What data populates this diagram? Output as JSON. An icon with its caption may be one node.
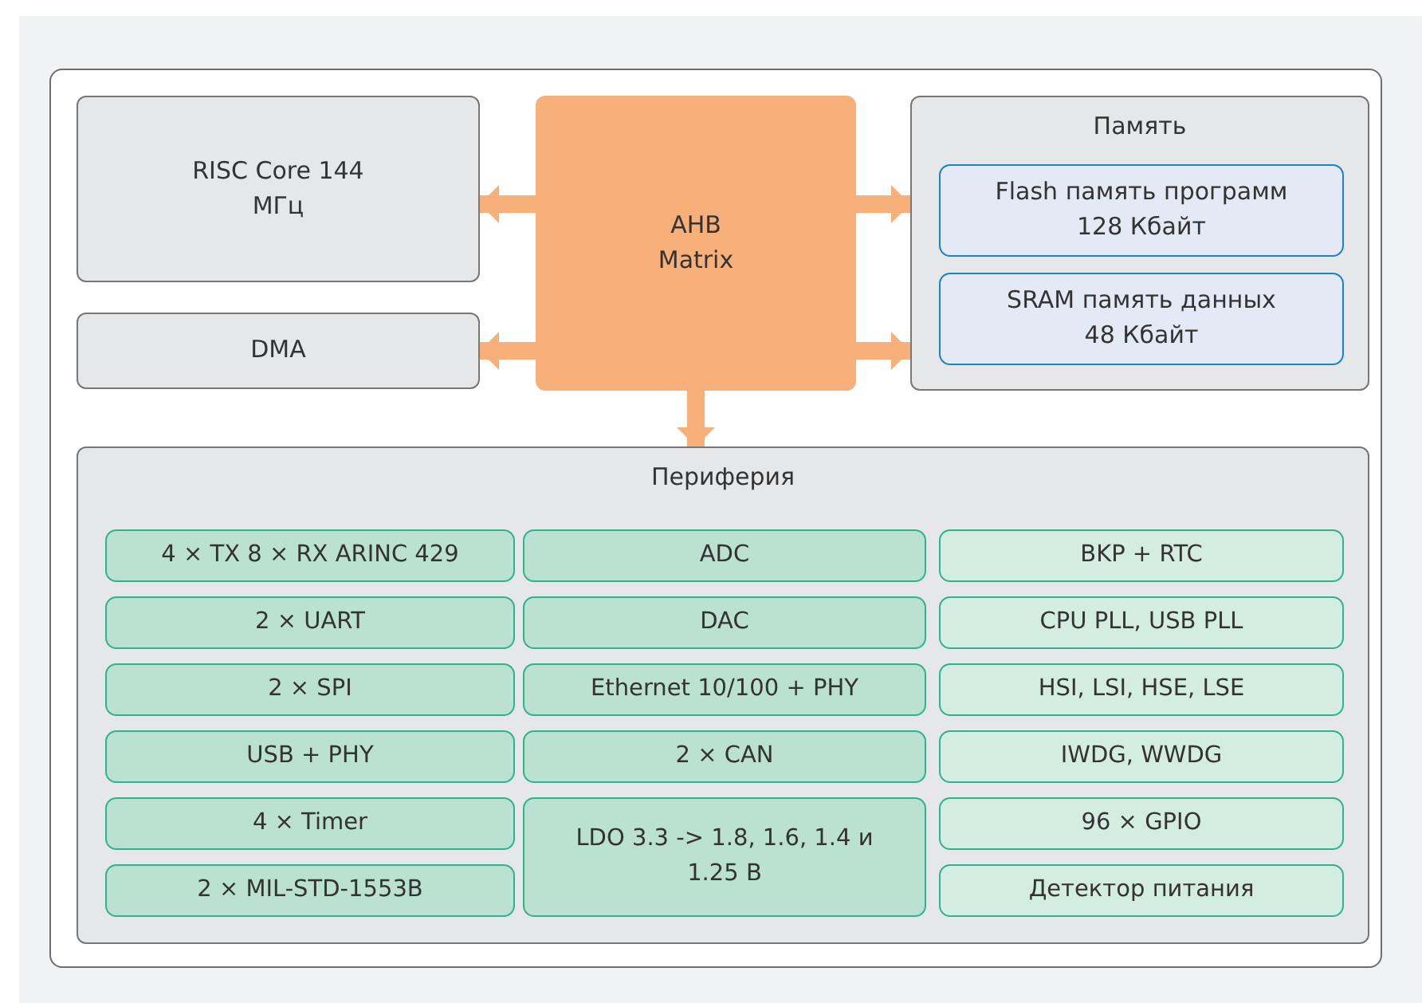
{
  "diagram": {
    "nodes": [
      {
        "text": [
          "RISC Core 144 МГц"
        ]
      },
      {
        "text": [
          "AHB Matrix"
        ]
      },
      {
        "text": [
          "Память"
        ]
      },
      {
        "text": [
          "Flash память программ 128 Кбайт"
        ],
        "in": 2
      },
      {
        "text": [
          "SRAM память данных 48 Кбайт"
        ],
        "in": 2
      },
      {
        "text": [
          "DMA"
        ]
      },
      {
        "text": [
          "Периферия"
        ]
      },
      {
        "text": [
          "4 × TX 8 × RX ARINC 429"
        ],
        "in": 6
      },
      {
        "text": [
          "ADC"
        ],
        "in": 6
      },
      {
        "text": [
          "BKP + RTC"
        ],
        "in": 6
      },
      {
        "text": [
          "2 × UART"
        ],
        "in": 6
      },
      {
        "text": [
          "DAC"
        ],
        "in": 6
      },
      {
        "text": [
          "CPU PLL, USB PLL"
        ],
        "in": 6
      },
      {
        "text": [
          "2 × SPI"
        ],
        "in": 6
      },
      {
        "text": [
          "Ethernet 10/100 + PHY"
        ],
        "in": 6
      },
      {
        "text": [
          "HSI, LSI, HSE, LSE"
        ],
        "in": 6
      },
      {
        "text": [
          "USB + PHY"
        ],
        "in": 6
      },
      {
        "text": [
          "2 × CAN"
        ],
        "in": 6
      },
      {
        "text": [
          "IWDG, WWDG"
        ],
        "in": 6
      },
      {
        "text": [
          "4 × Timer"
        ],
        "in": 6
      },
      {
        "text": [
          "LDO 3.3 -> 1.8, 1.6, 1.4 и 1.25 В"
        ],
        "in": 6
      },
      {
        "text": [
          "96 × GPIO"
        ],
        "in": 6
      },
      {
        "text": [
          "2 × MIL-STD-1553B"
        ],
        "in": 6
      },
      {
        "text": [
          "Детектор питания"
        ],
        "in": 6
      }
    ],
    "edges": [
      {
        "from": 1,
        "to": 0,
        "arrow": "to"
      },
      {
        "from": 1,
        "to": 5,
        "arrow": "to"
      },
      {
        "from": 1,
        "to": 2,
        "arrow": "to"
      },
      {
        "from": 1,
        "to": 2,
        "arrow": "to"
      },
      {
        "from": 1,
        "to": 6,
        "arrow": "to"
      }
    ]
  }
}
